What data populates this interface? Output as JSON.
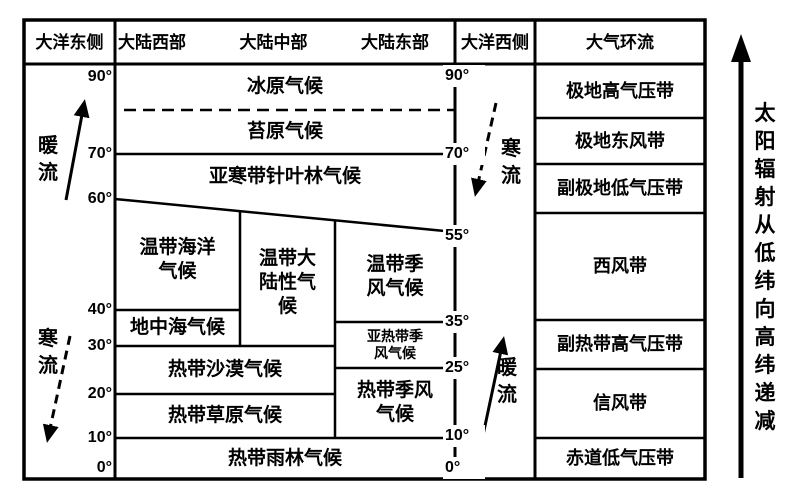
{
  "headers": {
    "ocean_east": "大洋东侧",
    "continent_west": "大陆西部",
    "continent_middle": "大陆中部",
    "continent_east": "大陆东部",
    "ocean_west": "大洋西侧",
    "circulation": "大气环流"
  },
  "latitudes_left": [
    "90°",
    "70°",
    "60°",
    "40°",
    "30°",
    "20°",
    "10°",
    "0°"
  ],
  "latitudes_right": [
    "90°",
    "70°",
    "55°",
    "35°",
    "25°",
    "10°",
    "0°"
  ],
  "climate_zones": {
    "ice_cap": "冰原气候",
    "tundra": "苔原气候",
    "subarctic": "亚寒带针叶林气候",
    "oceanic": "温带海洋气候",
    "continental": "温带大陆性气候",
    "temperate_monsoon": "温带季风气候",
    "mediterranean": "地中海气候",
    "subtropical_monsoon": "亚热带季风气候",
    "desert": "热带沙漠气候",
    "tropical_monsoon": "热带季风气候",
    "savanna": "热带草原气候",
    "rainforest": "热带雨林气候"
  },
  "circulation_bands": [
    "极地高气压带",
    "极地东风带",
    "副极地低气压带",
    "西风带",
    "副热带高气压带",
    "信风带",
    "赤道低气压带"
  ],
  "currents": {
    "east_warm": "暖流",
    "east_cold": "寒流",
    "west_cold": "寒流",
    "west_warm": "暖流"
  },
  "annotation": "太阳辐射从低纬向高纬递减"
}
